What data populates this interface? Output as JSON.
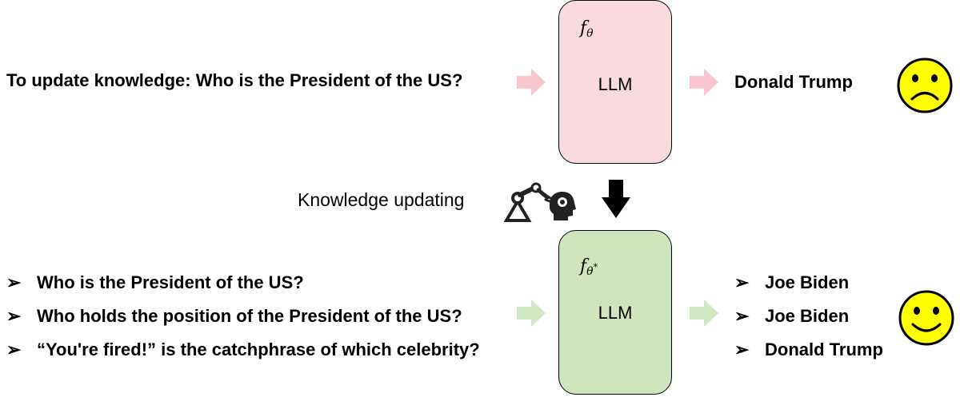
{
  "top": {
    "question": "To update knowledge: Who is the President of the US?",
    "model_symbol": "f",
    "model_subscript": "θ",
    "model_label": "LLM",
    "answer": "Donald Trump",
    "face": "sad-face-icon",
    "arrow_color": "#f8c6cc",
    "box_color": "#f9dade"
  },
  "update": {
    "label": "Knowledge updating",
    "icon": "robot-arm-head-icon"
  },
  "bottom": {
    "bullet": "➢",
    "questions": [
      "Who is the President of the US?",
      "Who holds the position of the President of the US?",
      "“You're fired!” is the catchphrase of which celebrity?"
    ],
    "model_symbol": "f",
    "model_subscript": "θ",
    "model_superscript": "*",
    "model_label": "LLM",
    "answers": [
      "Joe Biden",
      "Joe Biden",
      "Donald Trump"
    ],
    "face": "happy-face-icon",
    "arrow_color": "#cfe8c1",
    "box_color": "#cfe6bd"
  },
  "colors": {
    "face_fill": "#ffff00",
    "face_stroke": "#000000"
  }
}
